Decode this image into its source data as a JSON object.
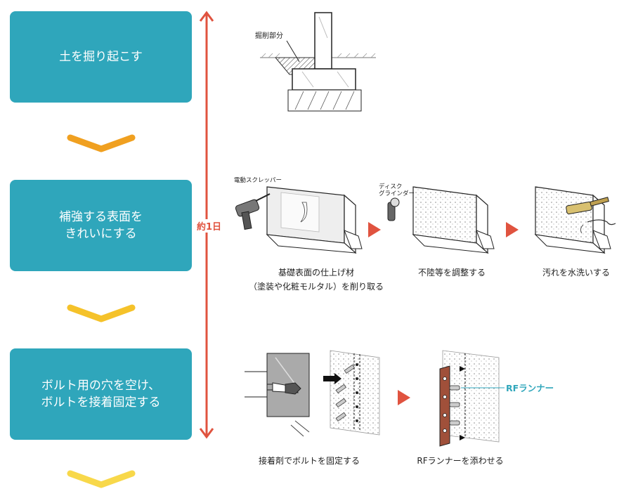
{
  "steps": [
    {
      "label": "土を掘り起こす"
    },
    {
      "label": "補強する表面を\nきれいにする"
    },
    {
      "label": "ボルト用の穴を空け、\nボルトを接着固定する"
    }
  ],
  "duration_label": "約1日",
  "colors": {
    "step_box": "#2fa6bb",
    "timeline": "#e0533f",
    "chevron_1": "#f0a020",
    "chevron_2": "#f5c22a",
    "chevron_3": "#f8d84a",
    "process_arrow": "#e0533f",
    "runner": "#a0503a"
  },
  "illustrations": {
    "excavation_label": "掘削部分",
    "tool_scraper": "電動スクレッパー",
    "tool_grinder": "ディスク\nグラインダー",
    "caption_remove": "基礎表面の仕上げ材\n（塗装や化粧モルタル）を削り取る",
    "caption_adjust": "不陸等を調整する",
    "caption_wash": "汚れを水洗いする",
    "caption_bolt": "接着剤でボルトを固定する",
    "caption_runner": "RFランナーを添わせる",
    "runner_label": "RFランナー"
  }
}
